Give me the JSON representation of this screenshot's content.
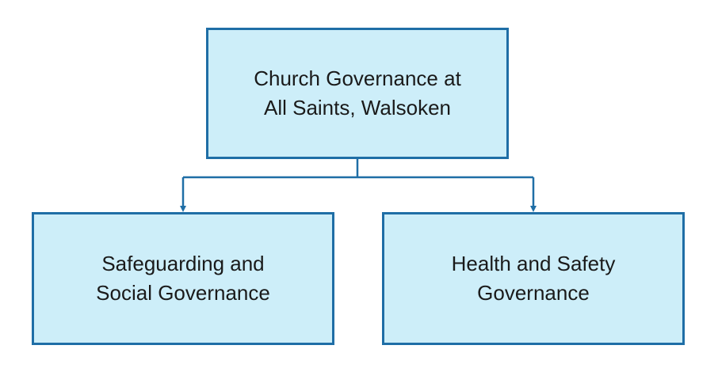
{
  "diagram": {
    "root": {
      "line1": "Church Governance at",
      "line2": "All Saints, Walsoken"
    },
    "children": [
      {
        "line1": "Safeguarding and",
        "line2": "Social Governance"
      },
      {
        "line1": "Health and Safety",
        "line2": "Governance"
      }
    ]
  },
  "colors": {
    "box_fill": "#cdeef9",
    "box_border": "#1f6ea6",
    "connector": "#1f6ea6",
    "text": "#1a1a1a"
  }
}
